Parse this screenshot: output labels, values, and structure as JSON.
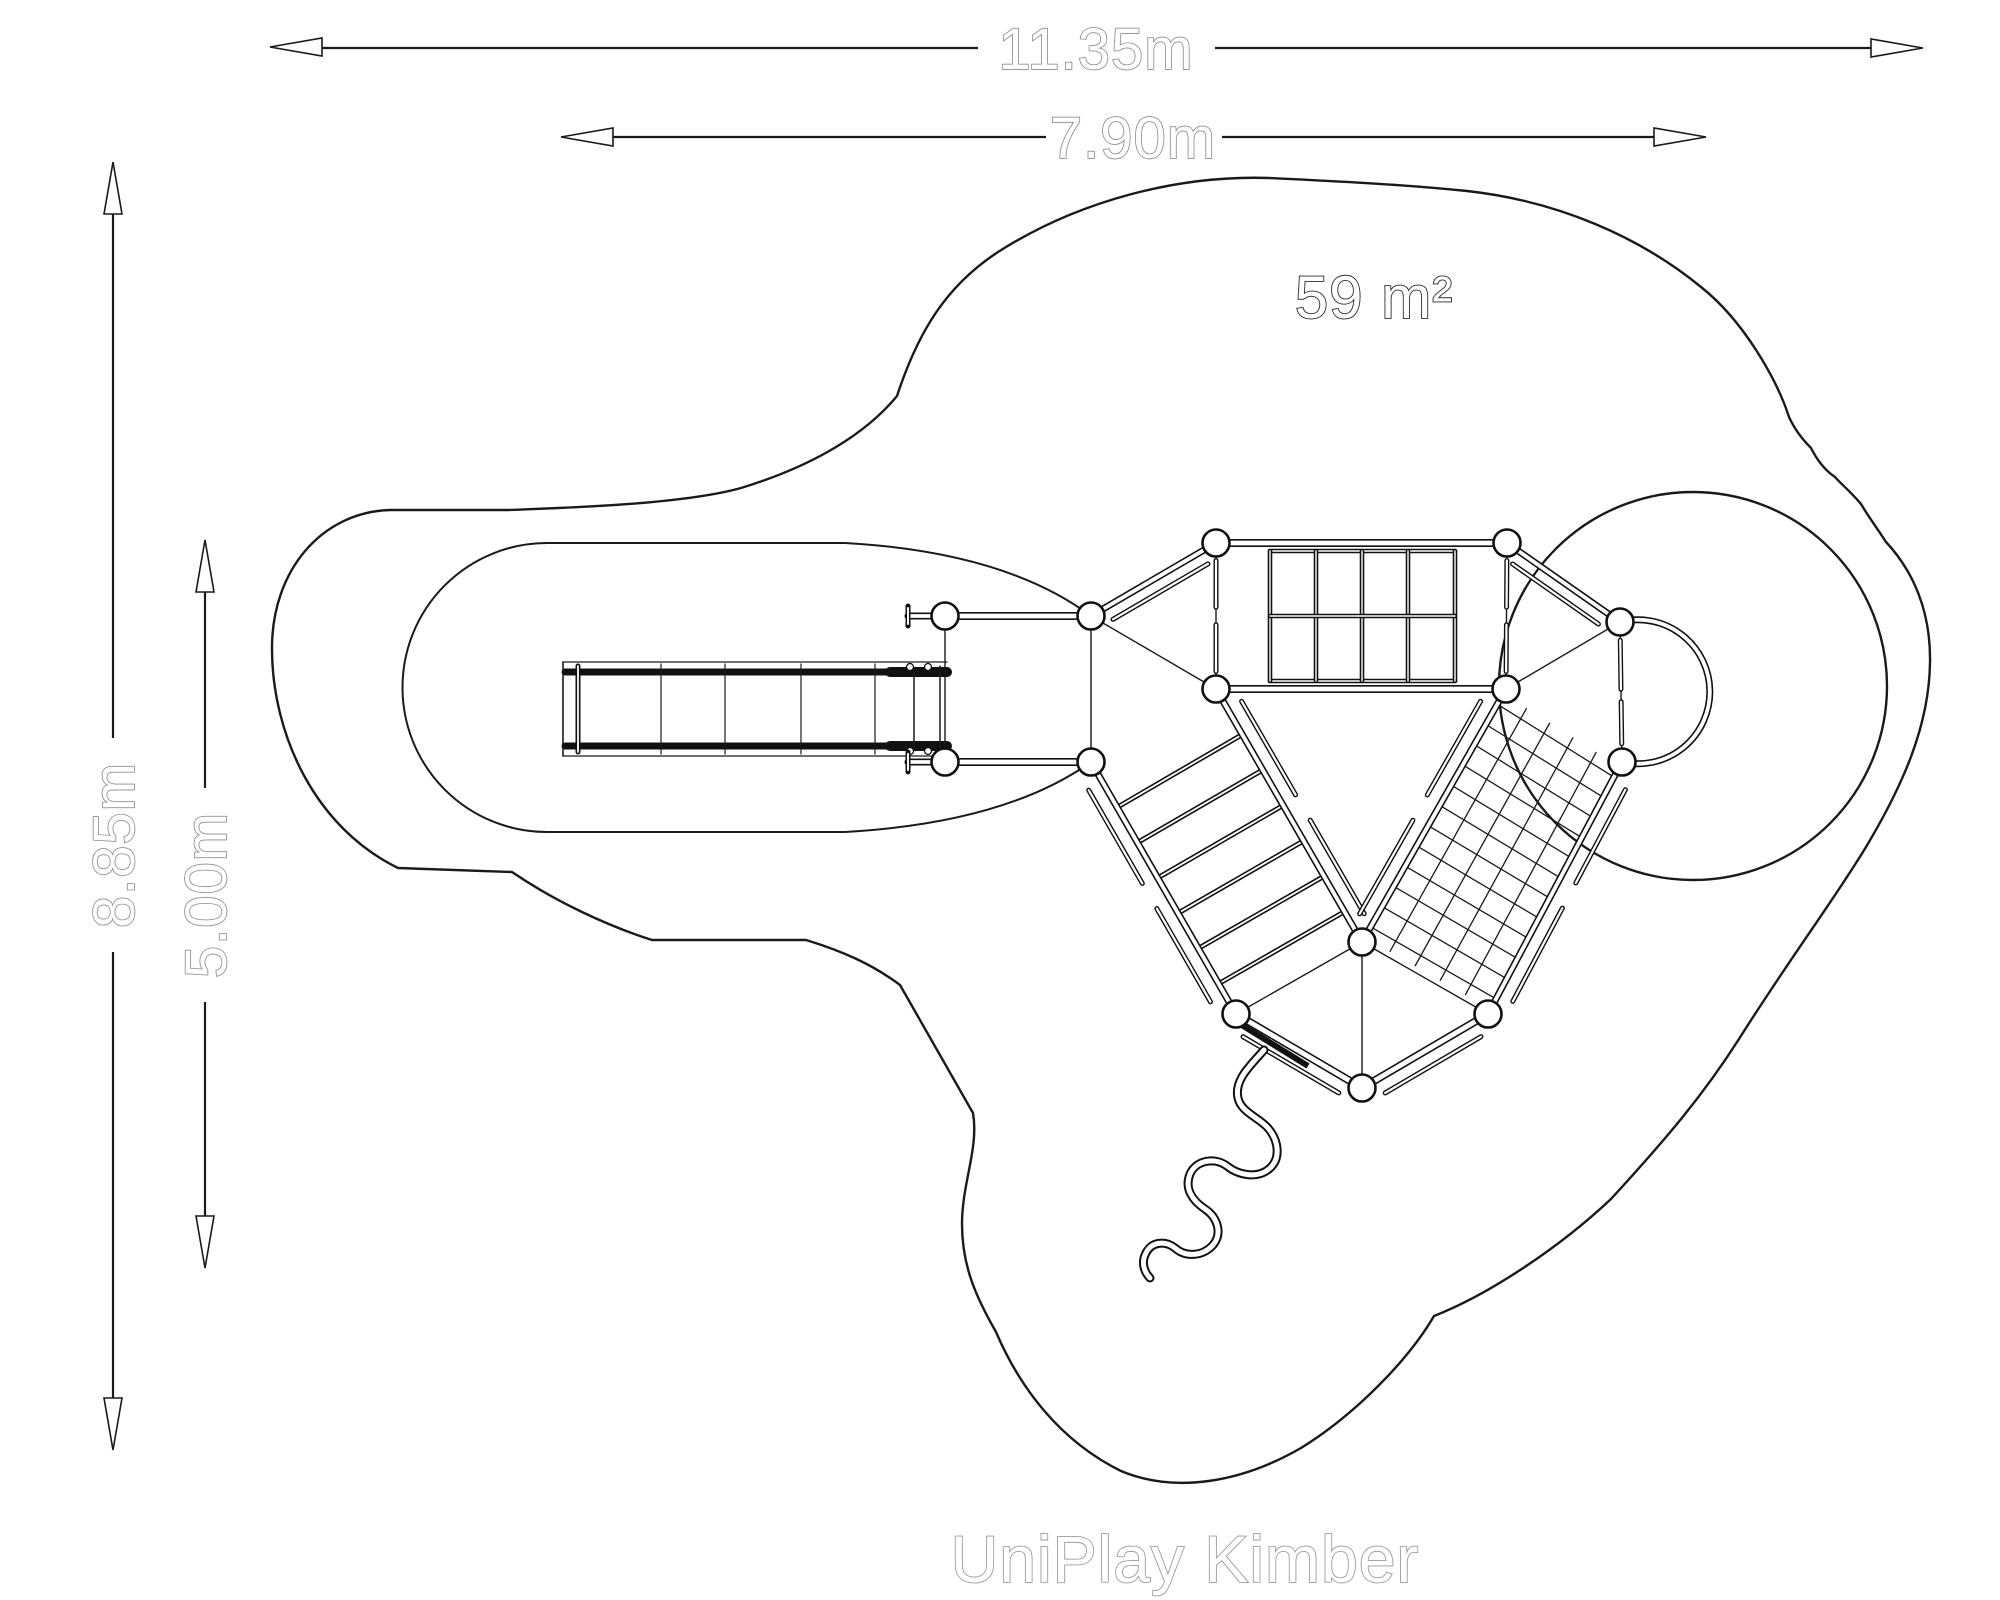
{
  "drawing": {
    "area_label": "59 m²",
    "product_title": "UniPlay Kimber",
    "dimensions": {
      "total_width": {
        "label": "11.35m"
      },
      "inner_width": {
        "label": "7.90m"
      },
      "total_depth": {
        "label": "8.85m"
      },
      "inner_depth": {
        "label": "5.00m"
      }
    },
    "colors": {
      "line": "#1a1a1a",
      "dimension_text_outline": "#8d8d8d",
      "area_text_outline": "#2a2a2a",
      "title_text_outline": "#9b9b9b"
    }
  }
}
